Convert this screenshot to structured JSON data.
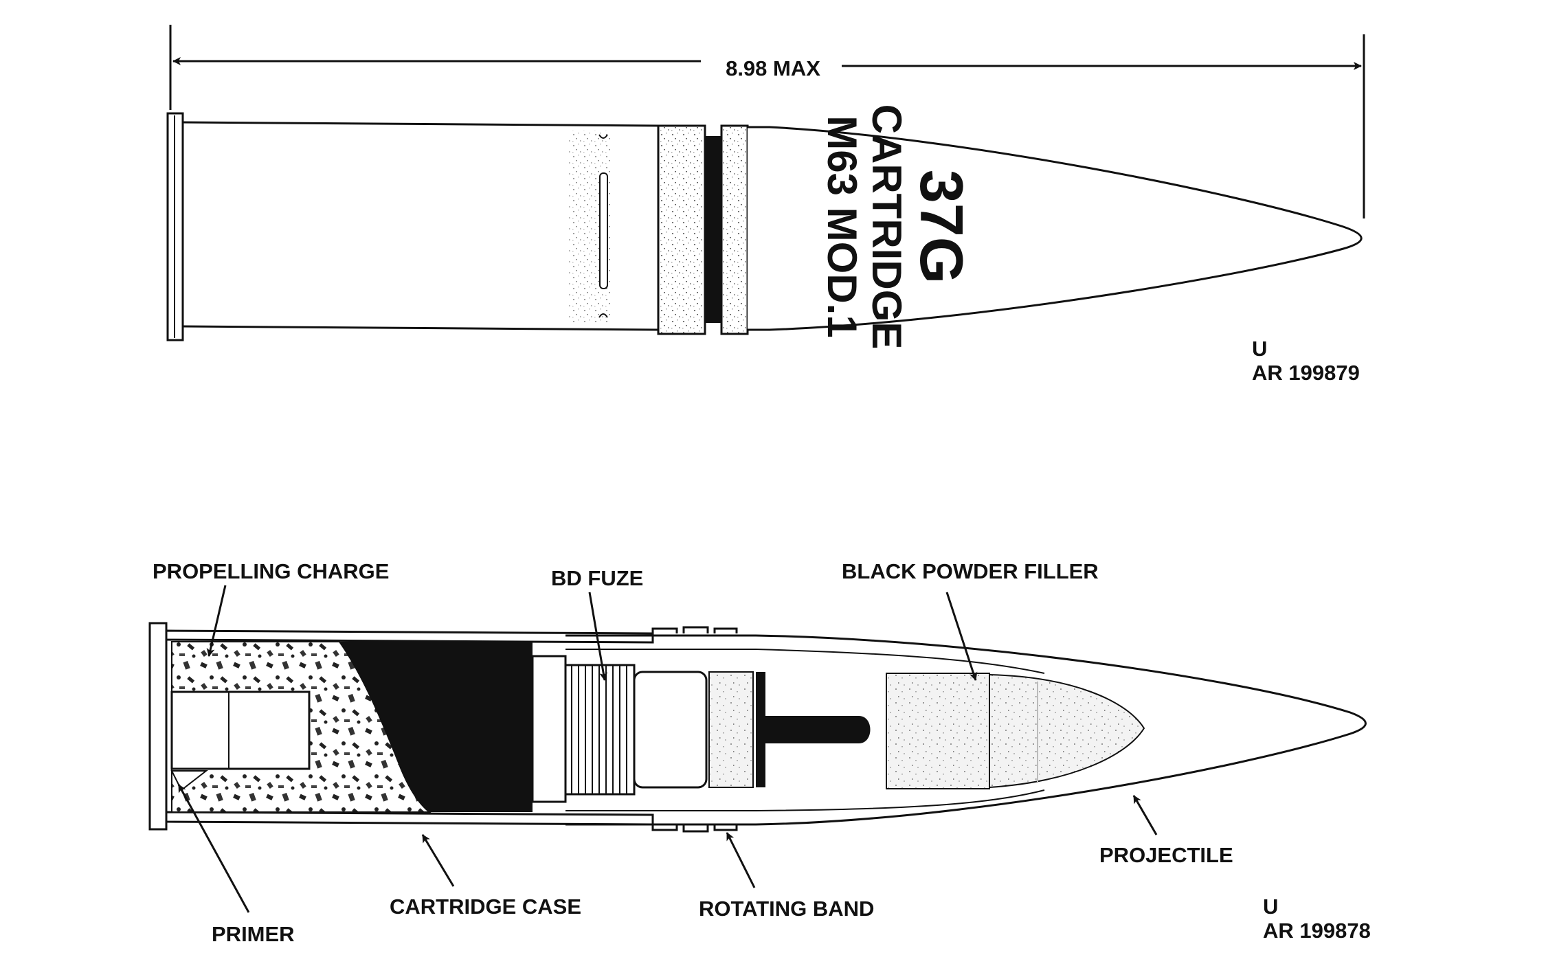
{
  "top_view": {
    "dimension_label": "8.98 MAX",
    "marking_line1": "37G",
    "marking_line2": "CARTRIDGE",
    "marking_line3": "M63 MOD.1",
    "class_code": "U",
    "ref_number": "AR 199879"
  },
  "section_view": {
    "labels": {
      "propelling_charge": "PROPELLING CHARGE",
      "bd_fuze": "BD FUZE",
      "black_powder_filler": "BLACK POWDER FILLER",
      "primer": "PRIMER",
      "cartridge_case": "CARTRIDGE CASE",
      "rotating_band": "ROTATING BAND",
      "projectile": "PROJECTILE"
    },
    "class_code": "U",
    "ref_number": "AR 199878"
  }
}
